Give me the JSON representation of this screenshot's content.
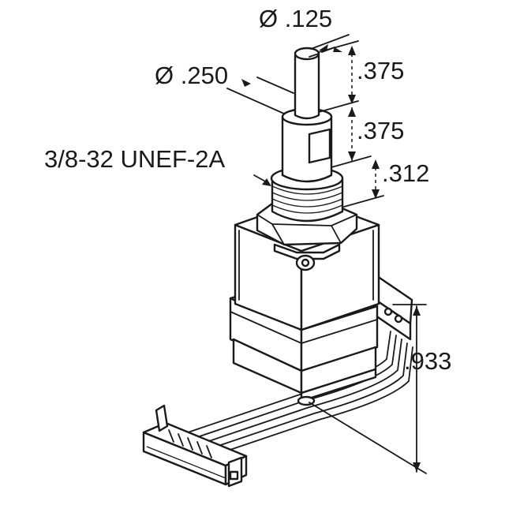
{
  "labels": {
    "shaft_diameter": "Ø .125",
    "bushing_diameter": "Ø .250",
    "shaft_flat_length": ".375",
    "shaft_length": ".375",
    "thread_spec": "3/8-32 UNEF-2A",
    "bushing_length": ".312",
    "body_height": ".933"
  },
  "colors": {
    "line": "#1a1a1a",
    "background": "#ffffff"
  }
}
